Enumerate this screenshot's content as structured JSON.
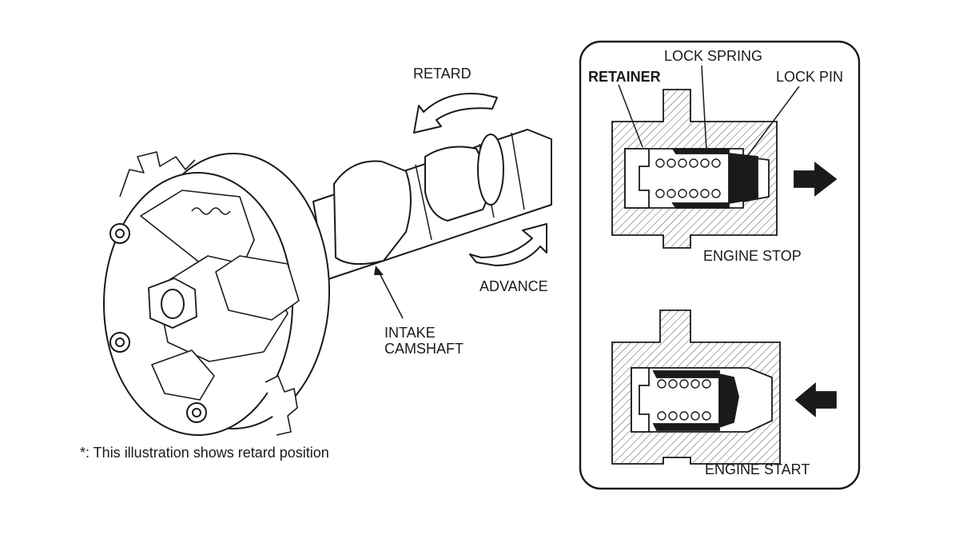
{
  "labels": {
    "retard": "RETARD",
    "advance": "ADVANCE",
    "intake_camshaft": "INTAKE\nCAMSHAFT",
    "note": "*: This illustration shows retard position",
    "retainer": "RETAINER",
    "lock_spring": "LOCK SPRING",
    "lock_pin": "LOCK PIN",
    "engine_stop": "ENGINE STOP",
    "engine_start": "ENGINE START"
  },
  "colors": {
    "line": "#1a1a1a",
    "background": "#ffffff"
  }
}
